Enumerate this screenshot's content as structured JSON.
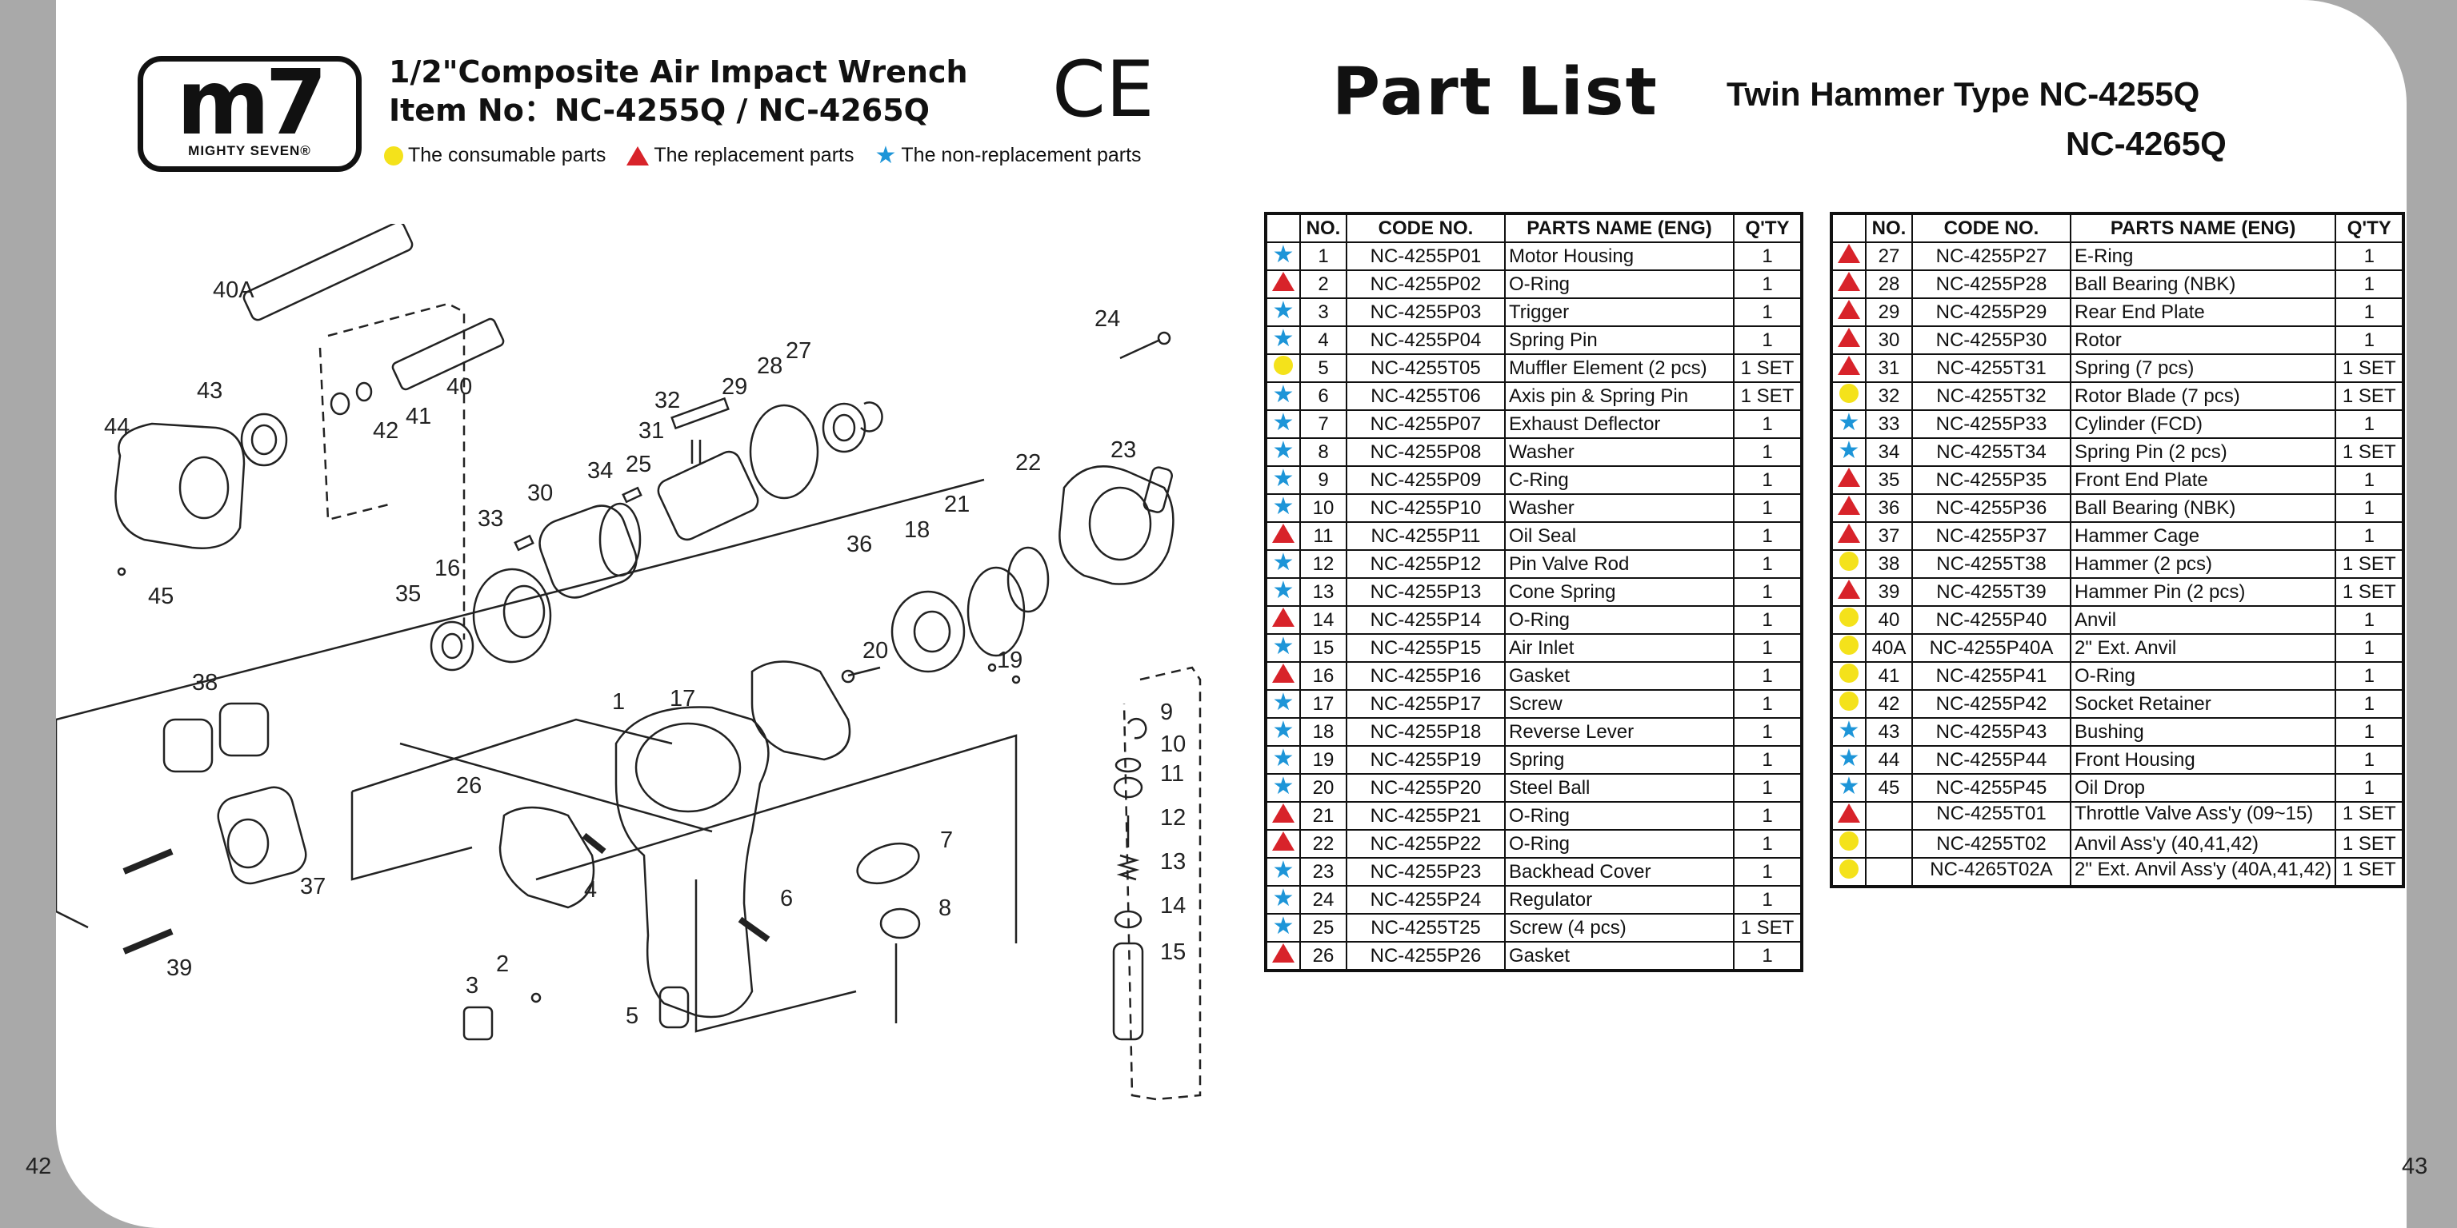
{
  "page_numbers": {
    "left": "42",
    "right": "43"
  },
  "logo": {
    "mark": "m7",
    "text": "MIGHTY SEVEN®"
  },
  "header": {
    "title_line1": "1/2\"Composite Air Impact Wrench",
    "title_line2": "Item No：NC-4255Q / NC-4265Q",
    "ce": "CE"
  },
  "legend": {
    "consumable": "The consumable parts",
    "replacement": "The replacement parts",
    "non_replacement": "The non-replacement parts"
  },
  "symbol_colors": {
    "consumable": "#f4e21b",
    "replacement": "#d8232a",
    "non_replacement": "#1d95d8"
  },
  "part_list": {
    "title": "Part  List",
    "subtitle_line1": "Twin Hammer Type NC-4255Q",
    "subtitle_line2": "NC-4265Q"
  },
  "table_headers": {
    "no": "NO.",
    "code": "CODE NO.",
    "name": "PARTS NAME (ENG)",
    "qty": "Q'TY"
  },
  "table_left": [
    {
      "sym": "star",
      "no": "1",
      "code": "NC-4255P01",
      "name": "Motor Housing",
      "qty": "1"
    },
    {
      "sym": "triangle",
      "no": "2",
      "code": "NC-4255P02",
      "name": "O-Ring",
      "qty": "1"
    },
    {
      "sym": "star",
      "no": "3",
      "code": "NC-4255P03",
      "name": "Trigger",
      "qty": "1"
    },
    {
      "sym": "star",
      "no": "4",
      "code": "NC-4255P04",
      "name": "Spring Pin",
      "qty": "1"
    },
    {
      "sym": "dot",
      "no": "5",
      "code": "NC-4255T05",
      "name": "Muffler Element (2 pcs)",
      "qty": "1 SET"
    },
    {
      "sym": "star",
      "no": "6",
      "code": "NC-4255T06",
      "name": "Axis pin  & Spring Pin",
      "qty": "1 SET"
    },
    {
      "sym": "star",
      "no": "7",
      "code": "NC-4255P07",
      "name": "Exhaust Deflector",
      "qty": "1"
    },
    {
      "sym": "star",
      "no": "8",
      "code": "NC-4255P08",
      "name": "Washer",
      "qty": "1"
    },
    {
      "sym": "star",
      "no": "9",
      "code": "NC-4255P09",
      "name": "C-Ring",
      "qty": "1"
    },
    {
      "sym": "star",
      "no": "10",
      "code": "NC-4255P10",
      "name": "Washer",
      "qty": "1"
    },
    {
      "sym": "triangle",
      "no": "11",
      "code": "NC-4255P11",
      "name": "Oil Seal",
      "qty": "1"
    },
    {
      "sym": "star",
      "no": "12",
      "code": "NC-4255P12",
      "name": "Pin Valve Rod",
      "qty": "1"
    },
    {
      "sym": "star",
      "no": "13",
      "code": "NC-4255P13",
      "name": "Cone Spring",
      "qty": "1"
    },
    {
      "sym": "triangle",
      "no": "14",
      "code": "NC-4255P14",
      "name": "O-Ring",
      "qty": "1"
    },
    {
      "sym": "star",
      "no": "15",
      "code": "NC-4255P15",
      "name": "Air Inlet",
      "qty": "1"
    },
    {
      "sym": "triangle",
      "no": "16",
      "code": "NC-4255P16",
      "name": "Gasket",
      "qty": "1"
    },
    {
      "sym": "star",
      "no": "17",
      "code": "NC-4255P17",
      "name": "Screw",
      "qty": "1"
    },
    {
      "sym": "star",
      "no": "18",
      "code": "NC-4255P18",
      "name": "Reverse Lever",
      "qty": "1"
    },
    {
      "sym": "star",
      "no": "19",
      "code": "NC-4255P19",
      "name": "Spring",
      "qty": "1"
    },
    {
      "sym": "star",
      "no": "20",
      "code": "NC-4255P20",
      "name": "Steel Ball",
      "qty": "1"
    },
    {
      "sym": "triangle",
      "no": "21",
      "code": "NC-4255P21",
      "name": "O-Ring",
      "qty": "1"
    },
    {
      "sym": "triangle",
      "no": "22",
      "code": "NC-4255P22",
      "name": "O-Ring",
      "qty": "1"
    },
    {
      "sym": "star",
      "no": "23",
      "code": "NC-4255P23",
      "name": "Backhead Cover",
      "qty": "1"
    },
    {
      "sym": "star",
      "no": "24",
      "code": "NC-4255P24",
      "name": "Regulator",
      "qty": "1"
    },
    {
      "sym": "star",
      "no": "25",
      "code": "NC-4255T25",
      "name": "Screw (4 pcs)",
      "qty": "1 SET"
    },
    {
      "sym": "triangle",
      "no": "26",
      "code": "NC-4255P26",
      "name": "Gasket",
      "qty": "1"
    }
  ],
  "table_right": [
    {
      "sym": "triangle",
      "no": "27",
      "code": "NC-4255P27",
      "name": "E-Ring",
      "qty": "1"
    },
    {
      "sym": "triangle",
      "no": "28",
      "code": "NC-4255P28",
      "name": "Ball Bearing (NBK)",
      "qty": "1"
    },
    {
      "sym": "triangle",
      "no": "29",
      "code": "NC-4255P29",
      "name": "Rear End Plate",
      "qty": "1"
    },
    {
      "sym": "triangle",
      "no": "30",
      "code": "NC-4255P30",
      "name": "Rotor",
      "qty": "1"
    },
    {
      "sym": "triangle",
      "no": "31",
      "code": "NC-4255T31",
      "name": "Spring (7 pcs)",
      "qty": "1 SET"
    },
    {
      "sym": "dot",
      "no": "32",
      "code": "NC-4255T32",
      "name": "Rotor Blade (7 pcs)",
      "qty": "1 SET"
    },
    {
      "sym": "star",
      "no": "33",
      "code": "NC-4255P33",
      "name": "Cylinder (FCD)",
      "qty": "1"
    },
    {
      "sym": "star",
      "no": "34",
      "code": "NC-4255T34",
      "name": "Spring Pin (2 pcs)",
      "qty": "1 SET"
    },
    {
      "sym": "triangle",
      "no": "35",
      "code": "NC-4255P35",
      "name": "Front End Plate",
      "qty": "1"
    },
    {
      "sym": "triangle",
      "no": "36",
      "code": "NC-4255P36",
      "name": "Ball Bearing (NBK)",
      "qty": "1"
    },
    {
      "sym": "triangle",
      "no": "37",
      "code": "NC-4255P37",
      "name": "Hammer Cage",
      "qty": "1"
    },
    {
      "sym": "dot",
      "no": "38",
      "code": "NC-4255T38",
      "name": "Hammer (2 pcs)",
      "qty": "1 SET"
    },
    {
      "sym": "triangle",
      "no": "39",
      "code": "NC-4255T39",
      "name": "Hammer Pin (2 pcs)",
      "qty": "1 SET"
    },
    {
      "sym": "dot",
      "no": "40",
      "code": "NC-4255P40",
      "name": "Anvil",
      "qty": "1"
    },
    {
      "sym": "dot",
      "no": "40A",
      "code": "NC-4255P40A",
      "name": "2\" Ext. Anvil",
      "qty": "1"
    },
    {
      "sym": "dot",
      "no": "41",
      "code": "NC-4255P41",
      "name": "O-Ring",
      "qty": "1"
    },
    {
      "sym": "dot",
      "no": "42",
      "code": "NC-4255P42",
      "name": "Socket Retainer",
      "qty": "1"
    },
    {
      "sym": "star",
      "no": "43",
      "code": "NC-4255P43",
      "name": "Bushing",
      "qty": "1"
    },
    {
      "sym": "star",
      "no": "44",
      "code": "NC-4255P44",
      "name": "Front Housing",
      "qty": "1"
    },
    {
      "sym": "star",
      "no": "45",
      "code": "NC-4255P45",
      "name": "Oil Drop",
      "qty": "1"
    },
    {
      "sym": "triangle",
      "no": "",
      "code": "NC-4255T01",
      "name": "Throttle Valve Ass'y (09~15)",
      "qty": "1 SET",
      "two_line": true
    },
    {
      "sym": "dot",
      "no": "",
      "code": "NC-4255T02",
      "name": "Anvil Ass'y (40,41,42)",
      "qty": "1 SET"
    },
    {
      "sym": "dot",
      "no": "",
      "code": "NC-4265T02A",
      "name": "2\" Ext. Anvil Ass'y (40A,41,42)",
      "qty": "1 SET",
      "two_line": true
    }
  ],
  "diagram_labels": [
    "40A",
    "43",
    "44",
    "45",
    "42",
    "41",
    "40",
    "32",
    "31",
    "29",
    "28",
    "27",
    "34",
    "33",
    "30",
    "25",
    "24",
    "23",
    "22",
    "21",
    "18",
    "36",
    "35",
    "16",
    "17",
    "20",
    "19",
    "38",
    "1",
    "26",
    "37",
    "4",
    "6",
    "7",
    "8",
    "9",
    "10",
    "11",
    "12",
    "13",
    "14",
    "15",
    "2",
    "3",
    "5",
    "39"
  ]
}
